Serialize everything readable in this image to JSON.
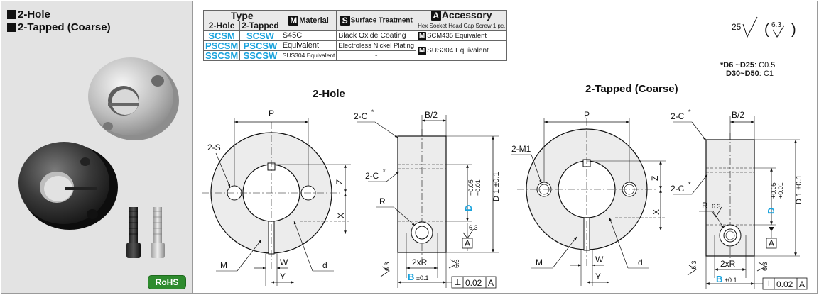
{
  "left_panel": {
    "title_1": "2-Hole",
    "title_2": "2-Tapped (Coarse)",
    "rohs": "RoHS"
  },
  "table": {
    "type_header": "Type",
    "col_2hole": "2-Hole",
    "col_2tapped": "2-Tapped",
    "material_header": "Material",
    "material_badge": "M",
    "surface_header": "Surface Treatment",
    "surface_badge": "S",
    "accessory_header": "Accessory",
    "accessory_badge": "A",
    "accessory_sub": "Hex Socket Head Cap Screw 1 pc.",
    "rows": [
      {
        "hole": "SCSM",
        "tapped": "SCSW",
        "material": "S45C",
        "surface": "Black Oxide Coating",
        "accessory": "SCM435 Equivalent"
      },
      {
        "hole": "PSCSM",
        "tapped": "PSCSW",
        "material": "Equivalent",
        "surface": "Electroless Nickel Plating",
        "accessory": "SUS304 Equivalent"
      },
      {
        "hole": "SSCSM",
        "tapped": "SSCSW",
        "material": "SUS304 Equivalent",
        "surface": "-",
        "accessory": ""
      }
    ]
  },
  "roughness": {
    "main": "25",
    "sub": "6.3"
  },
  "chamfer_note": {
    "line1_bold": "*D6  ~D25",
    "line1_val": ": C0.5",
    "line2_bold": "D30~D50",
    "line2_val": ": C1"
  },
  "sections": {
    "hole": "2-Hole",
    "tapped": "2-Tapped (Coarse)"
  },
  "labels": {
    "P": "P",
    "S2": "2-S",
    "M1": "2-M1",
    "Z": "Z",
    "X": "X",
    "M": "M",
    "W": "W",
    "Y": "Y",
    "d": "d",
    "C2": "2-C",
    "B2": "B/2",
    "R": "R",
    "D": "D",
    "D_tol_up": "+0.05",
    "D_tol_dn": "+0.01",
    "D1": "D 1 ±0.1",
    "A": "A",
    "rough": "6.3",
    "xR": "2xR",
    "B": "B",
    "B_tol": "±0.1",
    "perp": "⊥",
    "perp_val": "0.02",
    "perp_ref": "A"
  }
}
